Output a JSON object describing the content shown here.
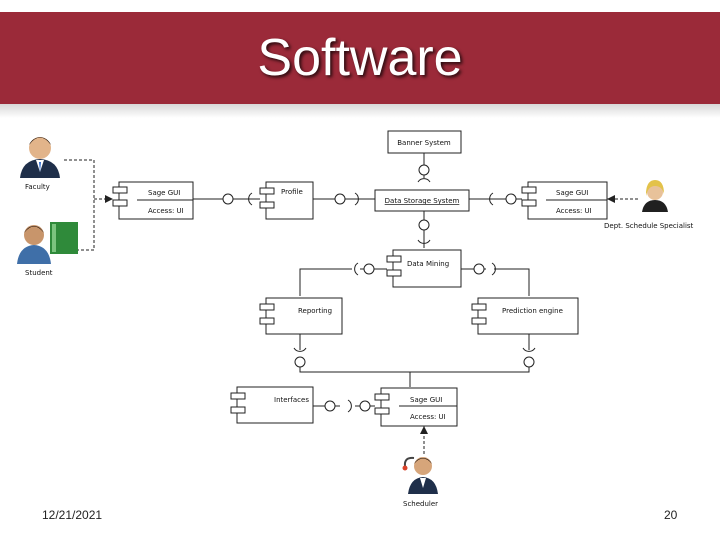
{
  "slide": {
    "title": "Software",
    "date": "12/21/2021",
    "page_number": "20",
    "accent_color": "#9b2a39"
  },
  "actors": {
    "faculty": "Faculty",
    "student": "Student",
    "dept_specialist": "Dept. Schedule Specialist",
    "scheduler": "Scheduler"
  },
  "components": {
    "banner": "Banner System",
    "sage_gui_left": "Sage GUI",
    "sage_gui_left_sub": "Access: UI",
    "profile": "Profile",
    "data_storage": "Data Storage System",
    "sage_gui_right": "Sage GUI",
    "sage_gui_right_sub": "Access: UI",
    "data_mining": "Data Mining",
    "reporting": "Reporting",
    "prediction": "Prediction engine",
    "interfaces": "Interfaces",
    "sage_gui_bottom": "Sage GUI",
    "sage_gui_bottom_sub": "Access: UI"
  }
}
